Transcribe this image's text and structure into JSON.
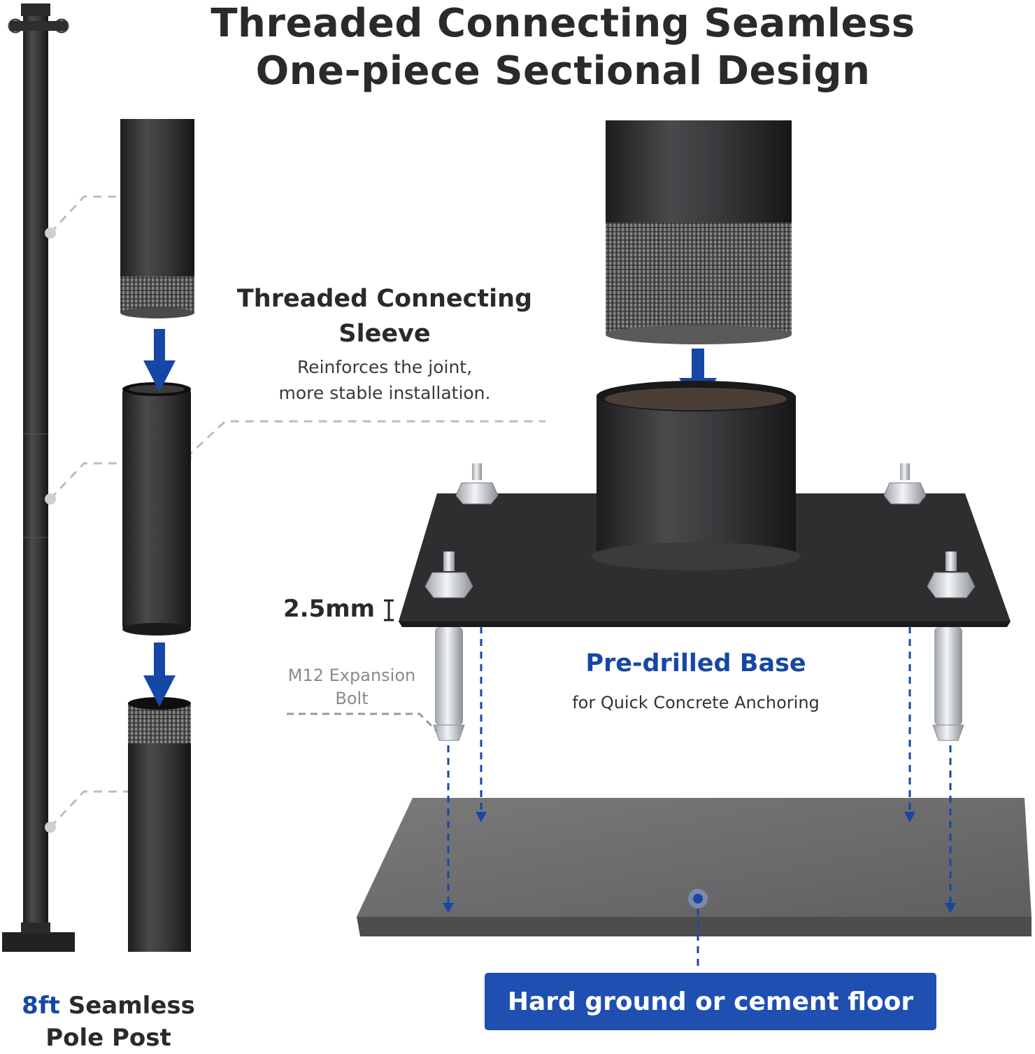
{
  "heading": {
    "line1": "Threaded Connecting Seamless",
    "line2": "One-piece Sectional Design"
  },
  "sleeve": {
    "title_line1": "Threaded Connecting",
    "title_line2": "Sleeve",
    "desc_line1": "Reinforces the joint,",
    "desc_line2": "more stable installation."
  },
  "base": {
    "thickness": "2.5mm",
    "bolt_label_line1": "M12 Expansion",
    "bolt_label_line2": "Bolt",
    "title": "Pre-drilled Base",
    "desc": "for Quick Concrete Anchoring"
  },
  "ground": {
    "label": "Hard ground or cement floor"
  },
  "pole": {
    "accent": "8ft",
    "label_rest": " Seamless",
    "label_line2": "Pole Post"
  },
  "colors": {
    "accent_blue": "#1747a6",
    "banner_blue": "#1f4fb0",
    "metal_dark": "#2b2b2d",
    "concrete": "#6f6f70"
  }
}
